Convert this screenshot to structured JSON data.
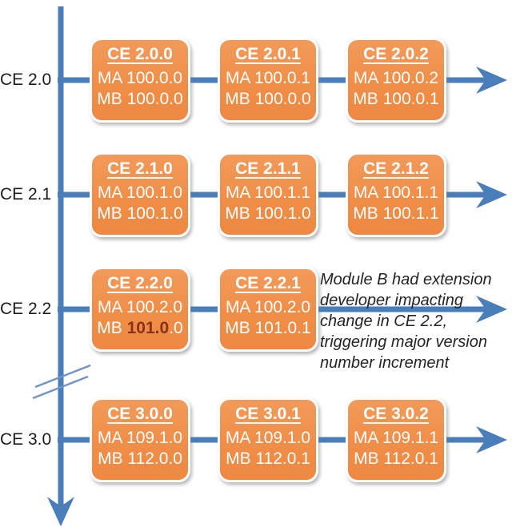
{
  "colors": {
    "box_orange": "#F0914D",
    "arrow_blue": "#4A7EBB",
    "box_border": "#FFFFFF",
    "highlight_dark_red": "#8B3118",
    "label_text": "#1C1C1C"
  },
  "rows": [
    {
      "label": "CE 2.0",
      "boxes": [
        {
          "title": "CE 2.0.0",
          "ma": "MA 100.0.0",
          "mb": "MB 100.0.0"
        },
        {
          "title": "CE 2.0.1",
          "ma": "MA 100.0.1",
          "mb": "MB 100.0.0"
        },
        {
          "title": "CE 2.0.2",
          "ma": "MA 100.0.2",
          "mb": "MB 100.0.1"
        }
      ]
    },
    {
      "label": "CE 2.1",
      "boxes": [
        {
          "title": "CE 2.1.0",
          "ma": "MA 100.1.0",
          "mb": "MB 100.1.0"
        },
        {
          "title": "CE 2.1.1",
          "ma": "MA 100.1.1",
          "mb": "MB 100.1.0"
        },
        {
          "title": "CE 2.1.2",
          "ma": "MA 100.1.1",
          "mb": "MB 100.1.1"
        }
      ]
    },
    {
      "label": "CE 2.2",
      "boxes": [
        {
          "title": "CE 2.2.0",
          "ma": "MA 100.2.0",
          "mb_prefix": "MB ",
          "mb_highlight": "101.0",
          "mb_suffix": ".0"
        },
        {
          "title": "CE 2.2.1",
          "ma": "MA 100.2.0",
          "mb": "MB 101.0.1"
        }
      ],
      "annotation": "Module B had extension developer impacting change in CE 2.2, triggering major version number increment"
    },
    {
      "label": "CE 3.0",
      "boxes": [
        {
          "title": "CE 3.0.0",
          "ma": "MA 109.1.0",
          "mb": "MB 112.0.0"
        },
        {
          "title": "CE 3.0.1",
          "ma": "MA 109.1.0",
          "mb": "MB 112.0.1"
        },
        {
          "title": "CE 3.0.2",
          "ma": "MA 109.1.1",
          "mb": "MB 112.0.1"
        }
      ]
    }
  ]
}
